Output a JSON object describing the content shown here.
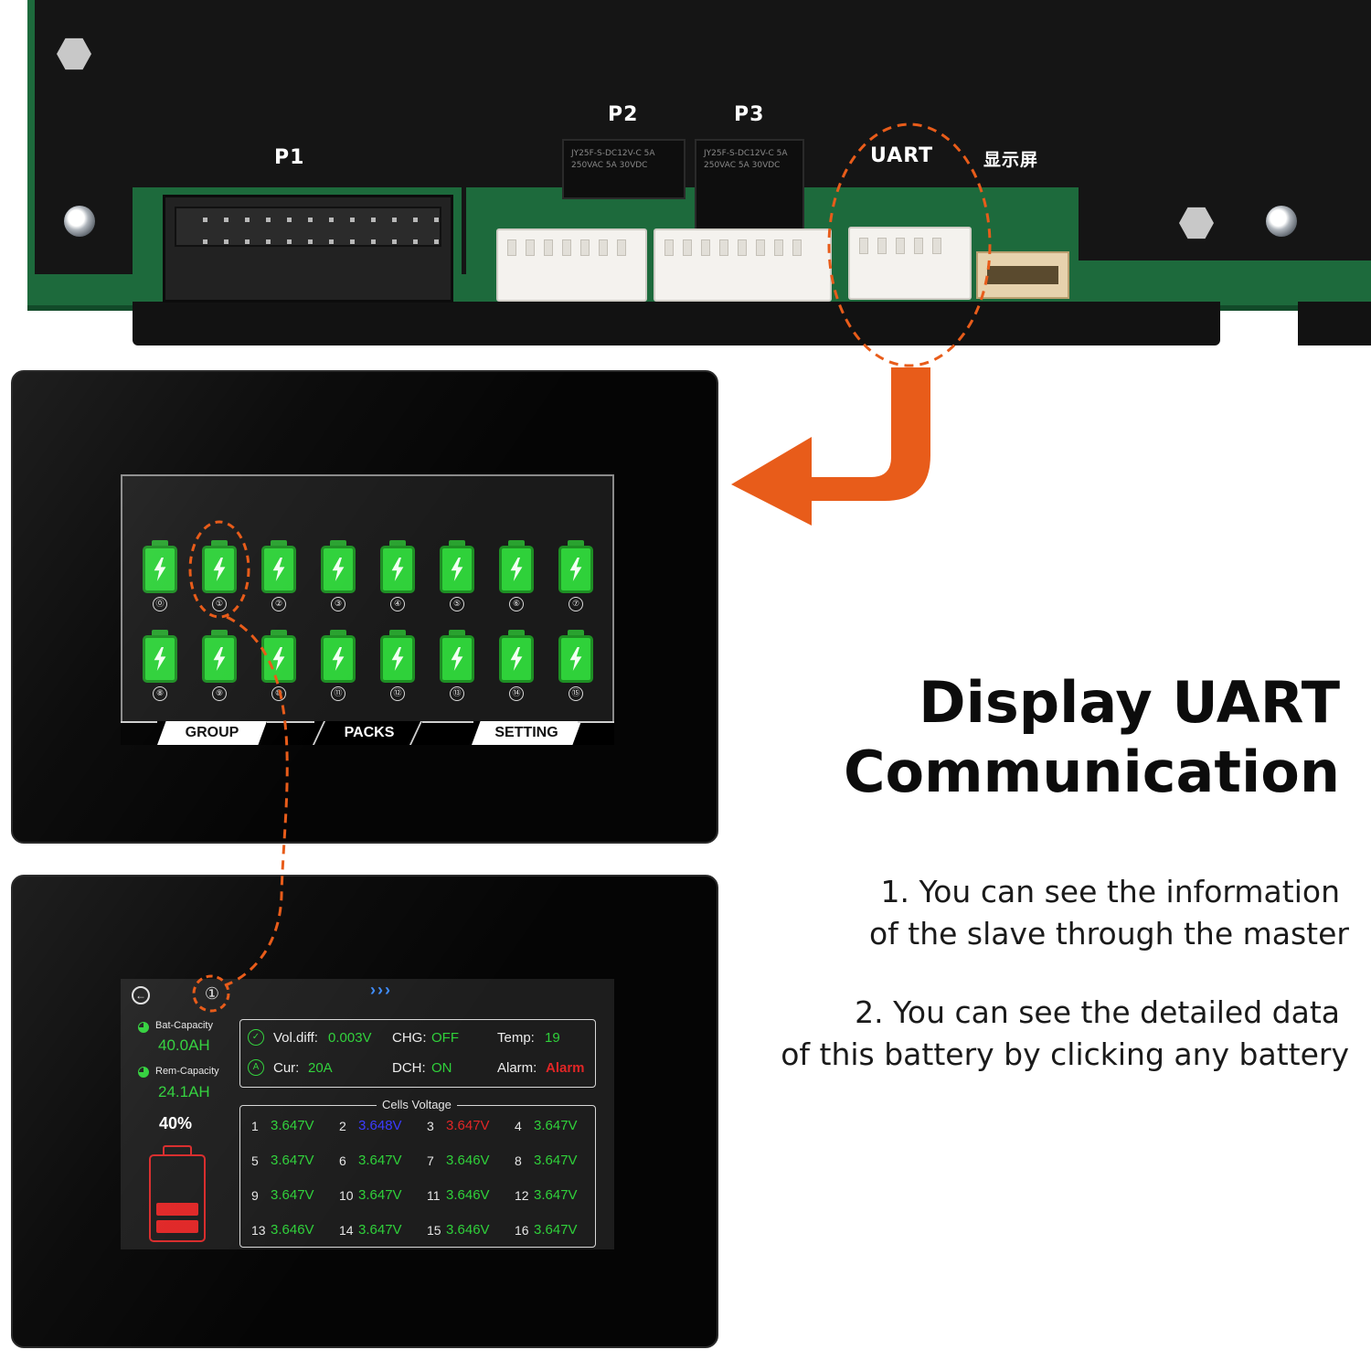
{
  "board": {
    "labels": {
      "p1": "P1",
      "p2": "P2",
      "p3": "P3",
      "uart": "UART",
      "display": "显示屏"
    },
    "relay_text": "JY25F-S-DC12V-C 5A 250VAC 5A 30VDC"
  },
  "packs_screen": {
    "row1": [
      "⓪",
      "①",
      "②",
      "③",
      "④",
      "⑤",
      "⑥",
      "⑦"
    ],
    "row2": [
      "⑧",
      "⑨",
      "⑩",
      "⑪",
      "⑫",
      "⑬",
      "⑭",
      "⑮"
    ],
    "tabs": {
      "group": "GROUP",
      "packs": "PACKS",
      "setting": "SETTING",
      "active": "packs"
    }
  },
  "detail_screen": {
    "back_icon": "back-arrow-icon",
    "pack_number": "①",
    "nav_chevrons": "›››",
    "bat_capacity_label": "Bat-Capacity",
    "bat_capacity_value": "40.0AH",
    "rem_capacity_label": "Rem-Capacity",
    "rem_capacity_value": "24.1AH",
    "percent": "40%",
    "soc_fraction": 0.4,
    "voldiff_label": "Vol.diff:",
    "voldiff_value": "0.003V",
    "chg_label": "CHG:",
    "chg_value": "OFF",
    "temp_label": "Temp:",
    "temp_value": "19",
    "cur_label": "Cur:",
    "cur_value": "20A",
    "dch_label": "DCH:",
    "dch_value": "ON",
    "alarm_label": "Alarm:",
    "alarm_value": "Alarm",
    "cells_title": "Cells Voltage",
    "cells": [
      {
        "idx": "1",
        "v": "3.647V",
        "c": "#2fd13a"
      },
      {
        "idx": "2",
        "v": "3.648V",
        "c": "#3b3bff"
      },
      {
        "idx": "3",
        "v": "3.647V",
        "c": "#e02626"
      },
      {
        "idx": "4",
        "v": "3.647V",
        "c": "#2fd13a"
      },
      {
        "idx": "5",
        "v": "3.647V",
        "c": "#2fd13a"
      },
      {
        "idx": "6",
        "v": "3.647V",
        "c": "#2fd13a"
      },
      {
        "idx": "7",
        "v": "3.646V",
        "c": "#2fd13a"
      },
      {
        "idx": "8",
        "v": "3.647V",
        "c": "#2fd13a"
      },
      {
        "idx": "9",
        "v": "3.647V",
        "c": "#2fd13a"
      },
      {
        "idx": "10",
        "v": "3.647V",
        "c": "#2fd13a"
      },
      {
        "idx": "11",
        "v": "3.646V",
        "c": "#2fd13a"
      },
      {
        "idx": "12",
        "v": "3.647V",
        "c": "#2fd13a"
      },
      {
        "idx": "13",
        "v": "3.646V",
        "c": "#2fd13a"
      },
      {
        "idx": "14",
        "v": "3.647V",
        "c": "#2fd13a"
      },
      {
        "idx": "15",
        "v": "3.646V",
        "c": "#2fd13a"
      },
      {
        "idx": "16",
        "v": "3.647V",
        "c": "#2fd13a"
      }
    ]
  },
  "colors": {
    "accent_orange": "#e85c1a",
    "ok_green": "#2fd13a",
    "alarm_red": "#e02626",
    "link_blue": "#3d8cff"
  },
  "heading": {
    "line1": "Display UART",
    "line2": "Communication"
  },
  "description": {
    "item1_line1": "1. You can see the information",
    "item1_line2": "of the slave through the master",
    "item2_line1": "2. You can see the detailed data",
    "item2_line2": "of this battery by clicking any battery"
  }
}
